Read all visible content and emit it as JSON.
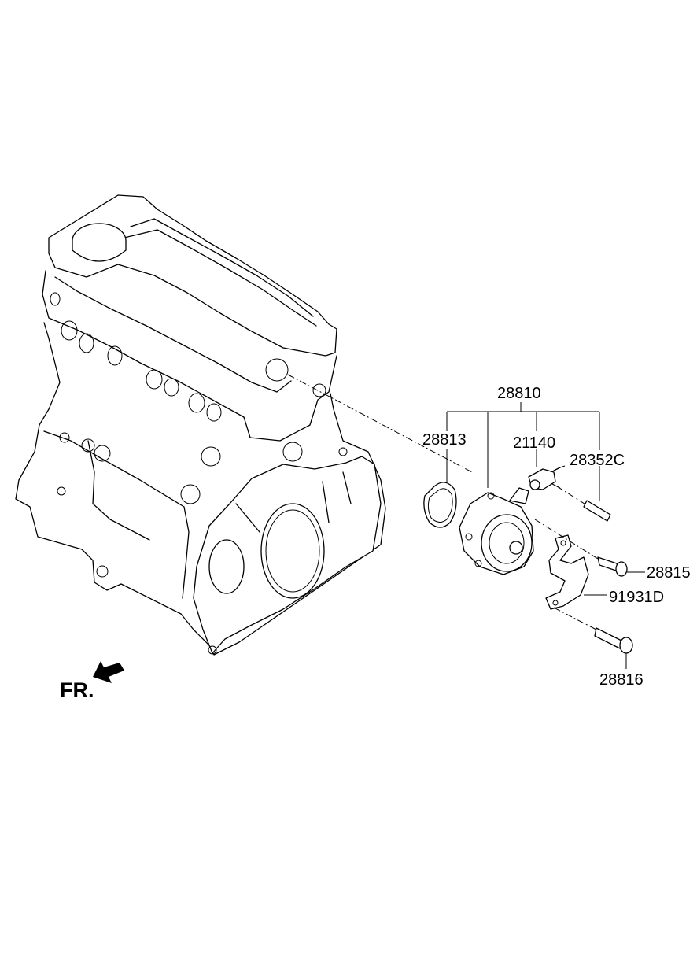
{
  "labels": {
    "assembly": "28810",
    "gasket": "28813",
    "valve": "21140",
    "pin": "28352C",
    "bolt_upper": "28815",
    "bracket": "91931D",
    "bolt_lower": "28816",
    "front_marker": "FR."
  },
  "icons": {
    "front_arrow": "arrow-down-left-icon"
  }
}
